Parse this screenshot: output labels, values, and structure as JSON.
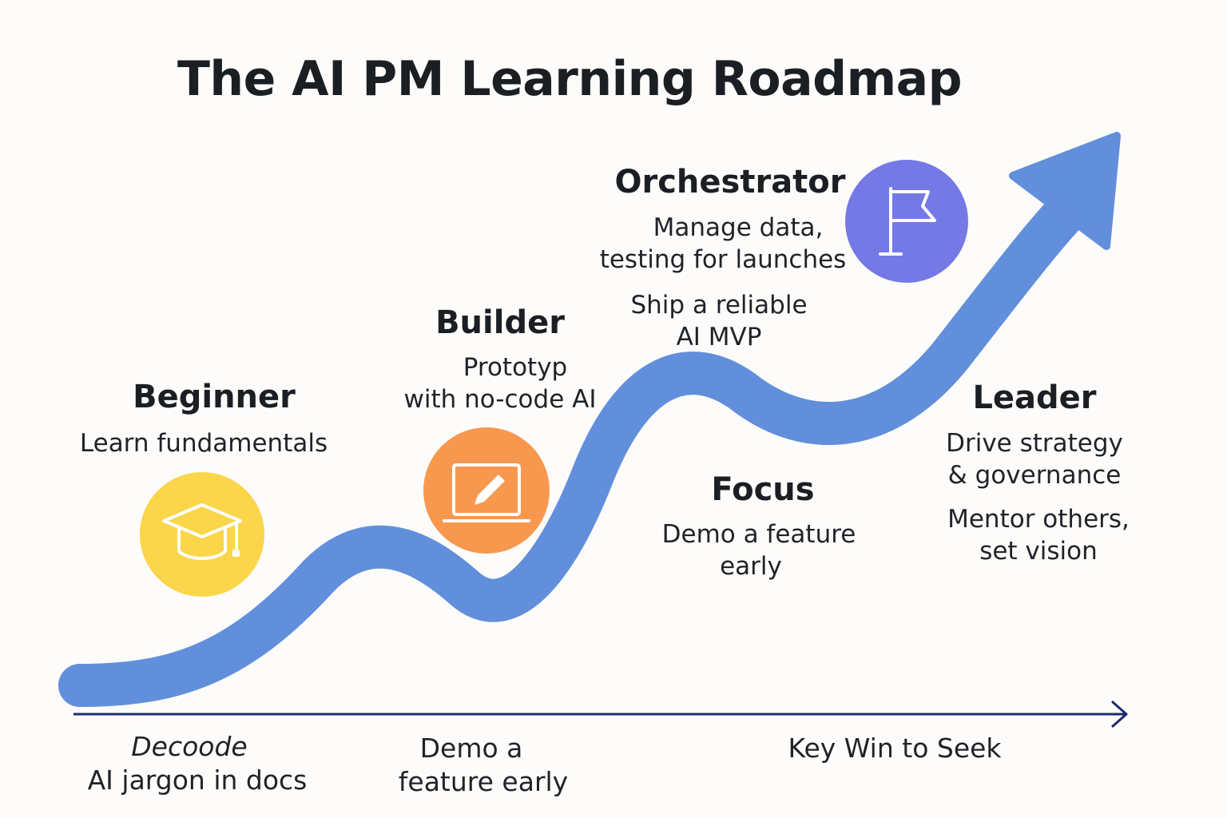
{
  "title": "The AI PM Learning Roadmap",
  "colors": {
    "path": "#628fdb",
    "axis": "#1c2a6e",
    "beginner_icon_bg": "#fbd54a",
    "builder_icon_bg": "#f7984e",
    "orchestrator_icon_bg": "#7479e6"
  },
  "stages": {
    "beginner": {
      "title": "Beginner",
      "desc": "Learn fundamentals",
      "icon": "graduation-cap-icon"
    },
    "builder": {
      "title": "Builder",
      "desc_line1": "Prototyp",
      "desc_line2": "with no-code AI",
      "icon": "laptop-pencil-icon"
    },
    "orchestrator": {
      "title": "Orchestrator",
      "desc_line1": "Manage data,",
      "desc_line2": "testing for launches",
      "extra_line1": "Ship a reliable",
      "extra_line2": "AI MVP",
      "icon": "flag-icon"
    },
    "focus": {
      "title": "Focus",
      "desc_line1": "Demo a feature",
      "desc_line2": "early"
    },
    "leader": {
      "title": "Leader",
      "desc_line1": "Drive strategy",
      "desc_line2": "& governance",
      "extra_line1": "Mentor others,",
      "extra_line2": "set vision"
    }
  },
  "bottom": {
    "item1_line1": "Decoode",
    "item1_line2": "AI jargon in docs",
    "item2_line1": "Demo a",
    "item2_line2": "feature early",
    "item3": "Key Win to Seek"
  }
}
